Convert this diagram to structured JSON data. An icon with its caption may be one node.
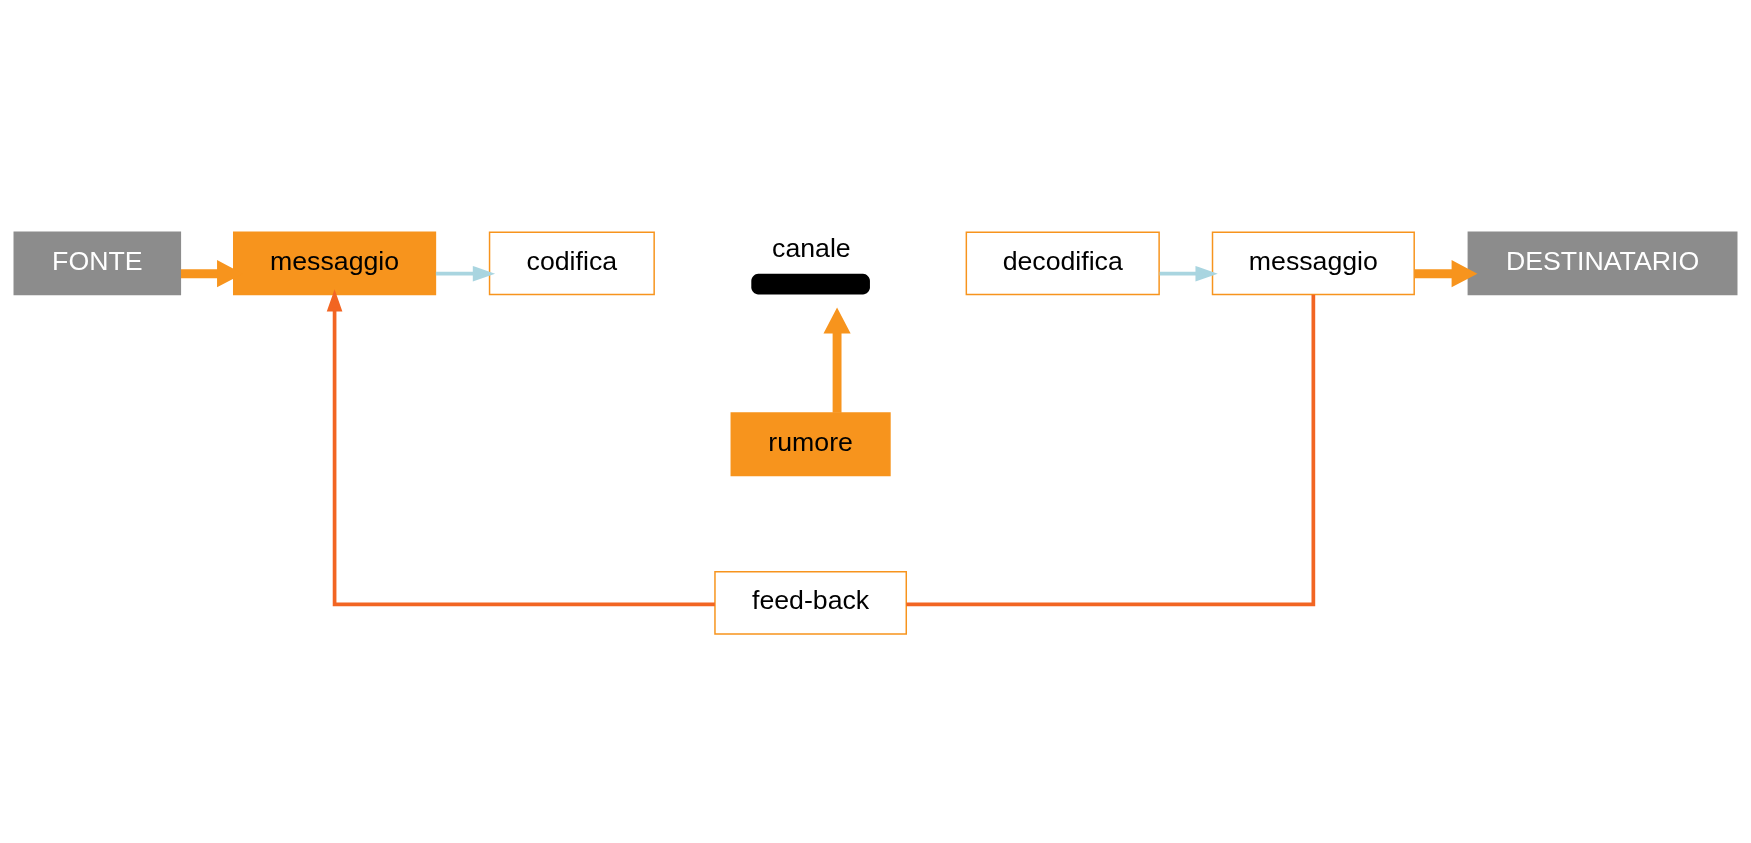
{
  "diagram": {
    "nodes": [
      {
        "text": [
          "FONTE"
        ]
      },
      {
        "text": [
          "messaggio"
        ]
      },
      {
        "text": [
          "codifica"
        ]
      },
      {
        "text": [
          "canale"
        ]
      },
      {
        "text": [
          "decodifica"
        ]
      },
      {
        "text": [
          "messaggio"
        ]
      },
      {
        "text": [
          "DESTINATARIO"
        ]
      },
      {
        "text": [
          "rumore"
        ]
      },
      {
        "text": [
          "feed-back"
        ]
      }
    ],
    "edges": [
      {
        "from": 0,
        "to": 1,
        "arrow": "to",
        "style": "thick"
      },
      {
        "from": 1,
        "to": 2,
        "arrow": "to",
        "color": "#a9d5e0"
      },
      {
        "from": 4,
        "to": 5,
        "arrow": "to",
        "color": "#a9d5e0"
      },
      {
        "from": 5,
        "to": 6,
        "arrow": "to",
        "style": "thick"
      },
      {
        "from": 7,
        "to": 3,
        "arrow": "to",
        "style": "thick"
      },
      {
        "from": 5,
        "to": 8,
        "arrow": "none",
        "color": "#f26522"
      },
      {
        "from": 8,
        "to": 1,
        "arrow": "to",
        "color": "#f26522"
      }
    ]
  }
}
